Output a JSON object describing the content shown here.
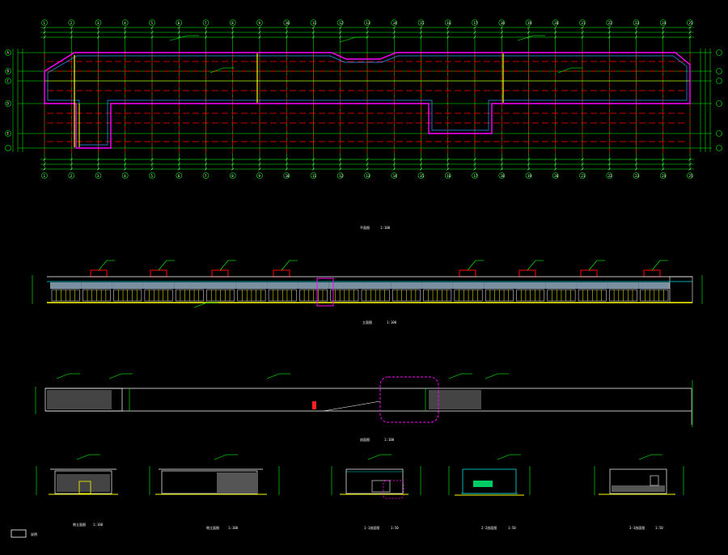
{
  "drawing": {
    "plan": {
      "title": "平面图",
      "scale": "1:100",
      "axis_numbers": [
        "1",
        "2",
        "3",
        "4",
        "5",
        "6",
        "7",
        "8",
        "9",
        "10",
        "11",
        "12",
        "13",
        "14",
        "15",
        "16",
        "17",
        "18",
        "19",
        "20",
        "21",
        "22",
        "23",
        "24",
        "25"
      ],
      "axis_letters": [
        "A",
        "B",
        "C",
        "D",
        "E"
      ]
    },
    "elevation": {
      "title": "立面图",
      "scale": "1:100"
    },
    "section_long": {
      "title": "剖面图",
      "scale": "1:100"
    },
    "details": [
      {
        "title": "侧立面图",
        "scale": "1:100"
      },
      {
        "title": "侧立面图",
        "scale": "1:100"
      },
      {
        "title": "1-1剖面图",
        "scale": "1:50"
      },
      {
        "title": "2-2剖面图",
        "scale": "1:50"
      },
      {
        "title": "3-3剖面图",
        "scale": "1:50"
      }
    ],
    "legend": {
      "label": "说明"
    },
    "colors": {
      "background": "#000000",
      "grid": "#00ff00",
      "column_line": "#ff0000",
      "outline": "#ff00ff",
      "wall": "#ffff00",
      "dimension": "#ffffff",
      "accent": "#00ffff"
    }
  }
}
